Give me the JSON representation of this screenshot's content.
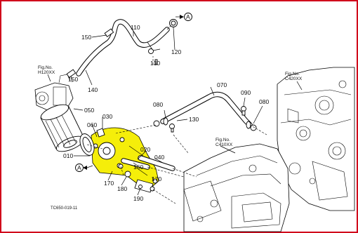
{
  "diagram": {
    "frame_color": "#d0021b",
    "highlight_color": "#f5ee0a",
    "callouts": {
      "c010": "010",
      "c020": "020",
      "c030": "030",
      "c040": "040",
      "c050": "050",
      "c060": "060",
      "c070": "070",
      "c080a": "080",
      "c080b": "080",
      "c090": "090",
      "c110": "110",
      "c120": "120",
      "c130a": "130",
      "c130b": "130",
      "c140": "140",
      "c150a": "150",
      "c150b": "150",
      "c160": "160",
      "c170a": "170",
      "c170b": "170",
      "c180": "180",
      "c190": "190"
    },
    "ref_markers": {
      "a1": "A",
      "a2": "A"
    },
    "fig_refs": {
      "h120_title": "Fig.No.",
      "h120_code": "H120XX",
      "c420_title": "Fig.No.",
      "c420_code": "C420XX",
      "c410_title": "Fig.No.",
      "c410_code": "C410XX"
    },
    "drawing_code": "TC650-019-11"
  }
}
